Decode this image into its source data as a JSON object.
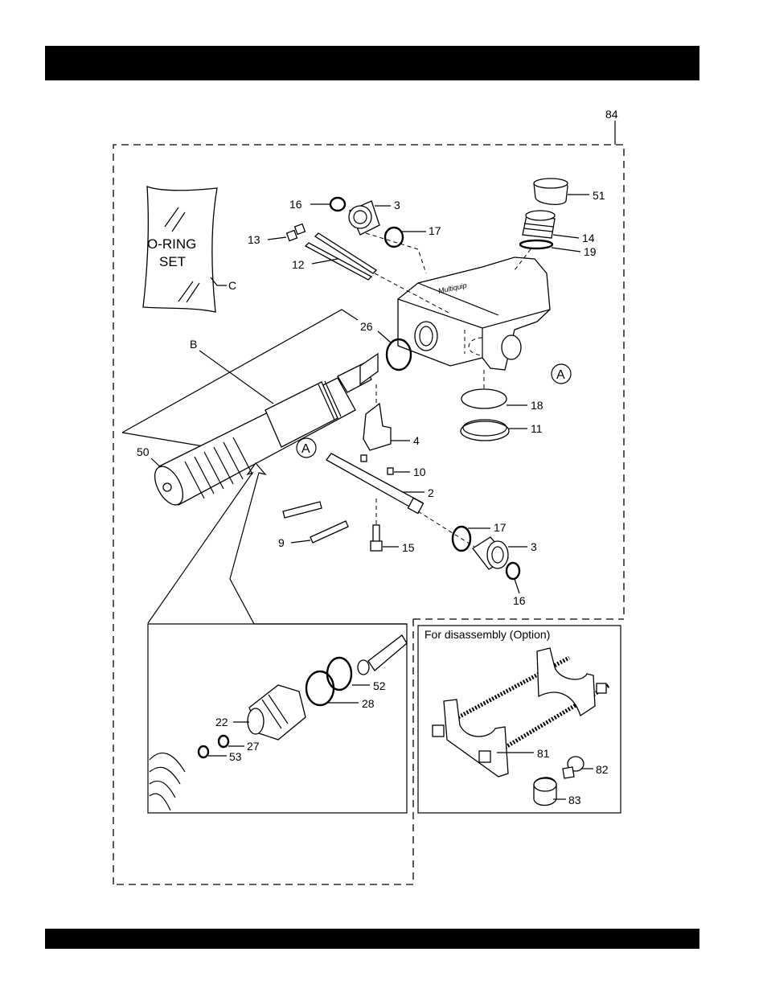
{
  "assembly_number": "84",
  "oring_set": {
    "line1": "O-RING",
    "line2": "SET",
    "callout": "C"
  },
  "disassembly_box": {
    "title": "For disassembly (Option)"
  },
  "section_marker": "A",
  "labels": {
    "p16a": "16",
    "p3a": "3",
    "p17a": "17",
    "p13": "13",
    "p12": "12",
    "p51": "51",
    "p14": "14",
    "p19": "19",
    "p26": "26",
    "pB": "B",
    "p18": "18",
    "p11": "11",
    "p4": "4",
    "p50": "50",
    "p10": "10",
    "p2": "2",
    "p17b": "17",
    "p9": "9",
    "p15": "15",
    "p3b": "3",
    "p16b": "16",
    "p52": "52",
    "p28": "28",
    "p22": "22",
    "p27": "27",
    "p53": "53",
    "p81": "81",
    "p82": "82",
    "p83": "83"
  }
}
